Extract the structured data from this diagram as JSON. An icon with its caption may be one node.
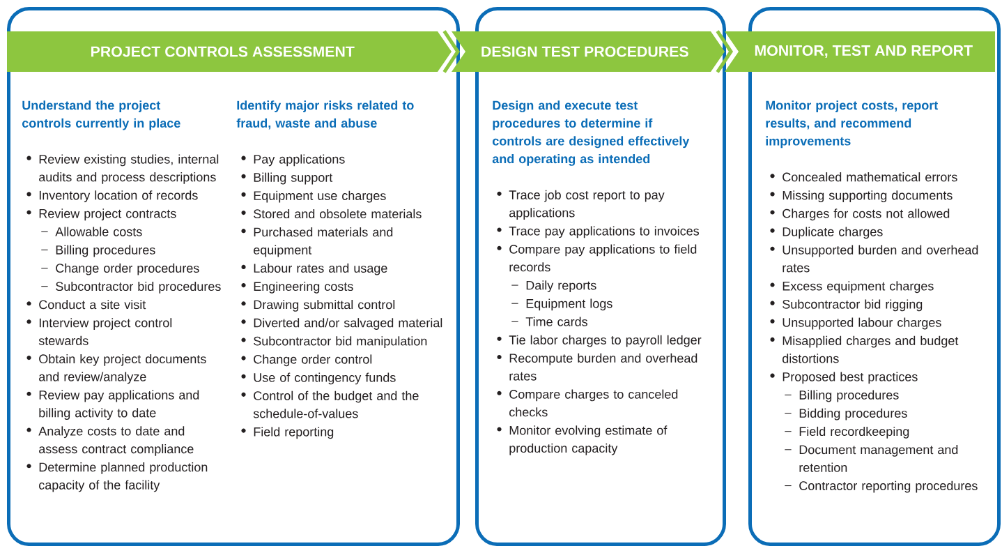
{
  "diagram": {
    "nodes": [
      {
        "text": [
          "Understand the project controls currently in place",
          "Review existing studies, internal audits and process descriptions",
          "Inventory location of records",
          "Review project contracts",
          "Allowable costs",
          "Billing procedures",
          "Change order procedures",
          "Subcontractor bid procedures",
          "Conduct a site visit",
          "Interview project control stewards",
          "Obtain key project documents and review/analyze",
          "Review pay applications and billing activity to date",
          "Analyze costs to date and assess contract compliance",
          "Determine planned production capacity of the facility",
          "Identify major risks related to fraud, waste and abuse",
          "Pay applications",
          "Billing support",
          "Equipment use charges",
          "Stored and obsolete materials",
          "Purchased materials and equipment",
          "Labour rates and usage",
          "Engineering costs",
          "Drawing submittal control",
          "Diverted and/or salvaged material",
          "Subcontractor bid manipulation",
          "Change order control",
          "Use of contingency funds",
          "Control of the budget and the schedule-of-values",
          "Field reporting"
        ]
      },
      {
        "text": [
          "PROJECT CONTROLS ASSESSMENT"
        ],
        "in": 0
      },
      {
        "text": [
          "Design and execute test procedures to determine if controls are designed effectively and operating as intended",
          "Trace job cost report to pay applications",
          "Trace pay applications to invoices",
          "Compare pay applications to field records",
          "Daily reports",
          "Equipment logs",
          "Time cards",
          "Tie labor charges to payroll ledger",
          "Recompute burden and overhead rates",
          "Compare charges to canceled checks",
          "Monitor evolving estimate of production capacity"
        ]
      },
      {
        "text": [
          "DESIGN TEST PROCEDURES"
        ]
      },
      {
        "text": [
          "Monitor project costs, report results, and recommend improvements",
          "Concealed mathematical errors",
          "Missing supporting documents",
          "Charges for costs not allowed",
          "Duplicate charges",
          "Unsupported burden and overhead rates",
          "Excess equipment charges",
          "Subcontractor bid rigging",
          "Unsupported labour charges",
          "Misapplied charges and budget distortions",
          "Proposed best practices",
          "Billing procedures",
          "Bidding procedures",
          "Field recordkeeping",
          "Document management and retention",
          "Contractor reporting procedures"
        ]
      },
      {
        "text": [
          "MONITOR, TEST AND REPORT"
        ]
      }
    ],
    "edges": [
      {
        "from": 1,
        "to": 3,
        "arrow": "to"
      },
      {
        "from": 3,
        "to": 5,
        "arrow": "to"
      }
    ]
  }
}
